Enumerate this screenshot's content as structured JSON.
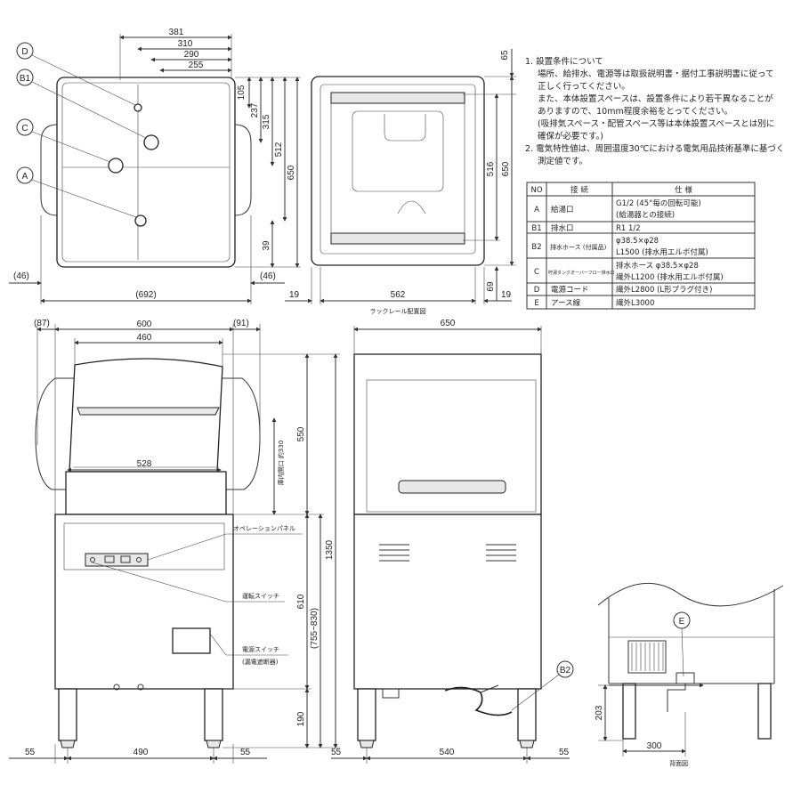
{
  "top_view": {
    "dims_top": [
      "381",
      "310",
      "290",
      "255"
    ],
    "dims_right": [
      "105",
      "237",
      "315",
      "512",
      "650",
      "39"
    ],
    "dim_left_offset": "(46)",
    "dim_right_offset": "(46)",
    "dim_bottom": "(692)",
    "callouts": [
      "D",
      "B1",
      "C",
      "A"
    ]
  },
  "rack_view": {
    "dims_right": [
      "65",
      "516",
      "650",
      "69"
    ],
    "dims_bottom": [
      "19",
      "562",
      "19"
    ],
    "caption": "ラックレール配置図"
  },
  "front_view": {
    "dims_top": [
      "(87)",
      "600",
      "(91)",
      "460"
    ],
    "dim_inner": "528",
    "dims_right": [
      "550",
      "610",
      "190",
      "1350",
      "(755~830)"
    ],
    "door_opening": "庫内開口 約330",
    "dims_bottom": [
      "55",
      "490",
      "55"
    ],
    "labels": [
      "オペレーションパネル",
      "運転スイッチ",
      "電源スイッチ",
      "(漏電遮断器)"
    ]
  },
  "side_view": {
    "dim_top": "650",
    "dims_bottom": [
      "55",
      "540",
      "55"
    ],
    "callout": "B2"
  },
  "back_view": {
    "callout": "E",
    "dim_height": "203",
    "dim_width": "300",
    "caption": "背面図"
  },
  "notes": [
    "1. 設置条件について",
    "場所、給排水、電源等は取扱説明書・据付工事説明書に従って",
    "正しく行ってください。",
    "また、本体設置スペースは、設置条件により若干異なることが",
    "ありますので、10mm程度余裕をとってください。",
    "(吸排気スペース・配管スペース等は本体設置スペースとは別に",
    "確保が必要です。)",
    "2. 電気特性値は、周囲温度30℃における電気用品技術基準に基づく",
    "測定値です。"
  ],
  "table": {
    "headers": [
      "NO",
      "接 続",
      "仕 様"
    ],
    "rows": [
      {
        "no": "A",
        "conn": "給湯口",
        "spec1": "G1/2 (45°毎の回転可能)",
        "spec2": "(給湯器との接続)"
      },
      {
        "no": "B1",
        "conn": "排水口",
        "spec1": "R1 1/2",
        "spec2": ""
      },
      {
        "no": "B2",
        "conn": "排水ホース (付属品)",
        "spec1": "φ38.5×φ28",
        "spec2": "L1500 (排水用エルボ付属)"
      },
      {
        "no": "C",
        "conn": "貯湯タンクオーバーフロー排水口",
        "spec1": "排水ホース φ38.5×φ28",
        "spec2": "繊外L1200 (排水用エルボ付属)"
      },
      {
        "no": "D",
        "conn": "電源コード",
        "spec1": "繊外L2800 (L形プラグ付き)",
        "spec2": ""
      },
      {
        "no": "E",
        "conn": "アース線",
        "spec1": "繊外L3000",
        "spec2": ""
      }
    ]
  }
}
